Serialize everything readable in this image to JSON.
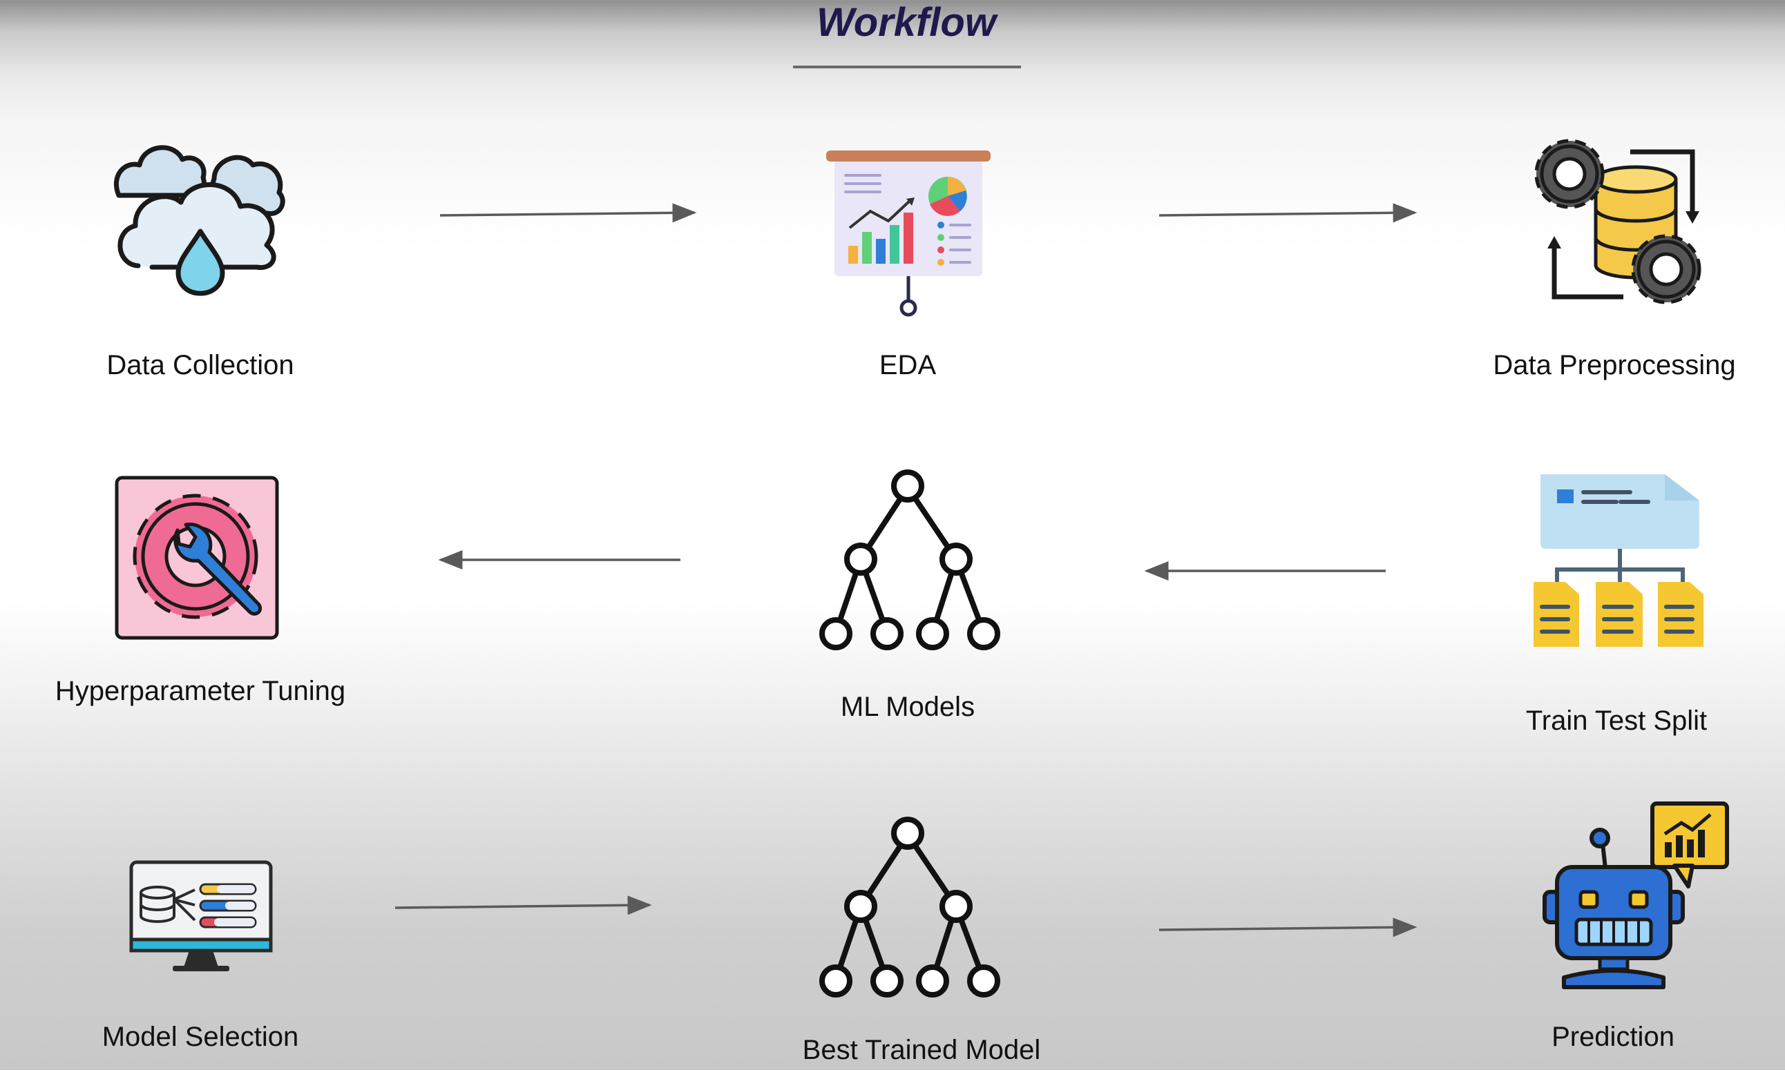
{
  "title": "Workflow",
  "steps": [
    {
      "label": "Data Collection",
      "icon": "cloud-rain-icon"
    },
    {
      "label": "EDA",
      "icon": "presentation-chart-icon"
    },
    {
      "label": "Data Preprocessing",
      "icon": "gears-database-icon"
    },
    {
      "label": "Hyperparameter Tuning",
      "icon": "gear-wrench-icon"
    },
    {
      "label": "ML Models",
      "icon": "tree-network-icon"
    },
    {
      "label": "Train Test Split",
      "icon": "document-split-icon"
    },
    {
      "label": "Model Selection",
      "icon": "monitor-database-icon"
    },
    {
      "label": "Best Trained Model",
      "icon": "tree-network-icon"
    },
    {
      "label": "Prediction",
      "icon": "robot-chart-icon"
    }
  ],
  "colors": {
    "title": "#1e1a4d",
    "arrow": "#5a5a5a",
    "outline": "#1a1a1a",
    "cloud": "#cfe0ee",
    "drop": "#7fd3ea",
    "gear": "#555555",
    "db": "#f4c94a",
    "pink": "#f6b8cf",
    "wrench": "#2f7ed8",
    "doc": "#bfe0f2",
    "doc_yellow": "#f5c731",
    "robot": "#2e6fd3"
  }
}
